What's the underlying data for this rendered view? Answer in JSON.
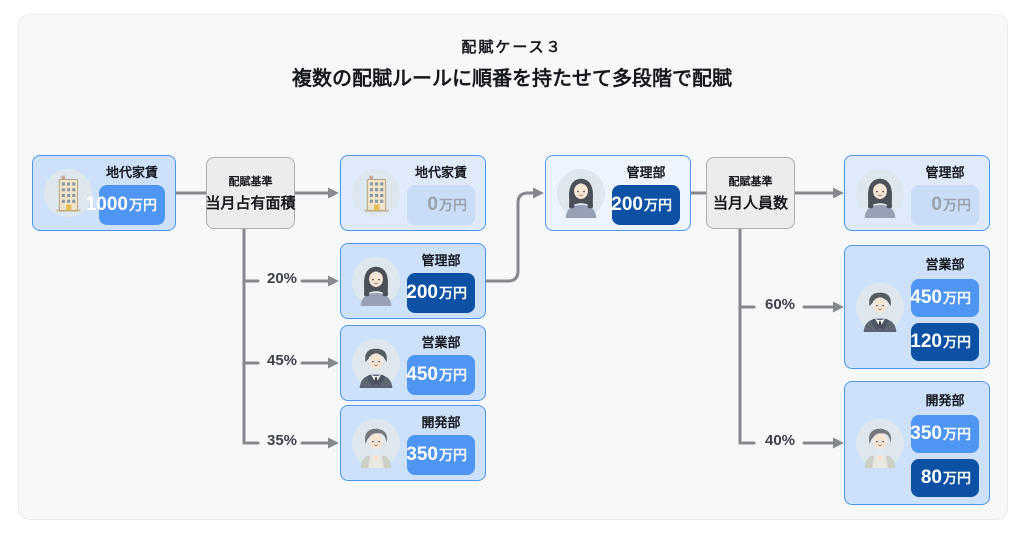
{
  "title": "配賦ケース３",
  "subtitle": "複数の配賦ルールに順番を持たせて多段階で配賦",
  "stage1": {
    "source": {
      "label": "地代家賃",
      "icon": "building-icon",
      "amount": {
        "value": "1000",
        "unit": "万円"
      }
    },
    "rule": {
      "caption": "配賦基準",
      "basis": "当月占有面積"
    },
    "targets": [
      {
        "label": "地代家賃",
        "icon": "building-icon",
        "amount": {
          "value": "0",
          "unit": "万円"
        }
      },
      {
        "label": "管理部",
        "icon": "woman-icon",
        "percent": "20%",
        "amount": {
          "value": "200",
          "unit": "万円"
        }
      },
      {
        "label": "営業部",
        "icon": "man-icon",
        "percent": "45%",
        "amount": {
          "value": "450",
          "unit": "万円"
        }
      },
      {
        "label": "開発部",
        "icon": "person-icon",
        "percent": "35%",
        "amount": {
          "value": "350",
          "unit": "万円"
        }
      }
    ]
  },
  "stage2": {
    "source": {
      "label": "管理部",
      "icon": "woman-icon",
      "amount": {
        "value": "200",
        "unit": "万円"
      }
    },
    "rule": {
      "caption": "配賦基準",
      "basis": "当月人員数"
    },
    "targets": [
      {
        "label": "管理部",
        "icon": "woman-icon",
        "amount": {
          "value": "0",
          "unit": "万円"
        }
      },
      {
        "label": "営業部",
        "icon": "man-icon",
        "percent": "60%",
        "amounts": [
          {
            "value": "450",
            "unit": "万円"
          },
          {
            "value": "120",
            "unit": "万円"
          }
        ]
      },
      {
        "label": "開発部",
        "icon": "person-icon",
        "percent": "40%",
        "amounts": [
          {
            "value": "350",
            "unit": "万円"
          },
          {
            "value": "80",
            "unit": "万円"
          }
        ]
      }
    ]
  },
  "colors": {
    "pill_blue": "#4f95f2",
    "pill_dark_blue": "#0d51a5",
    "pill_muted_bg": "#c9dcf8",
    "node_bg": "#cde1fa",
    "node_bg_muted": "#dfeafb",
    "node_bg_pale": "#eef4fd",
    "node_border": "#4e95ef",
    "rule_bg": "#ebeced",
    "wire_gray": "#85898e"
  }
}
